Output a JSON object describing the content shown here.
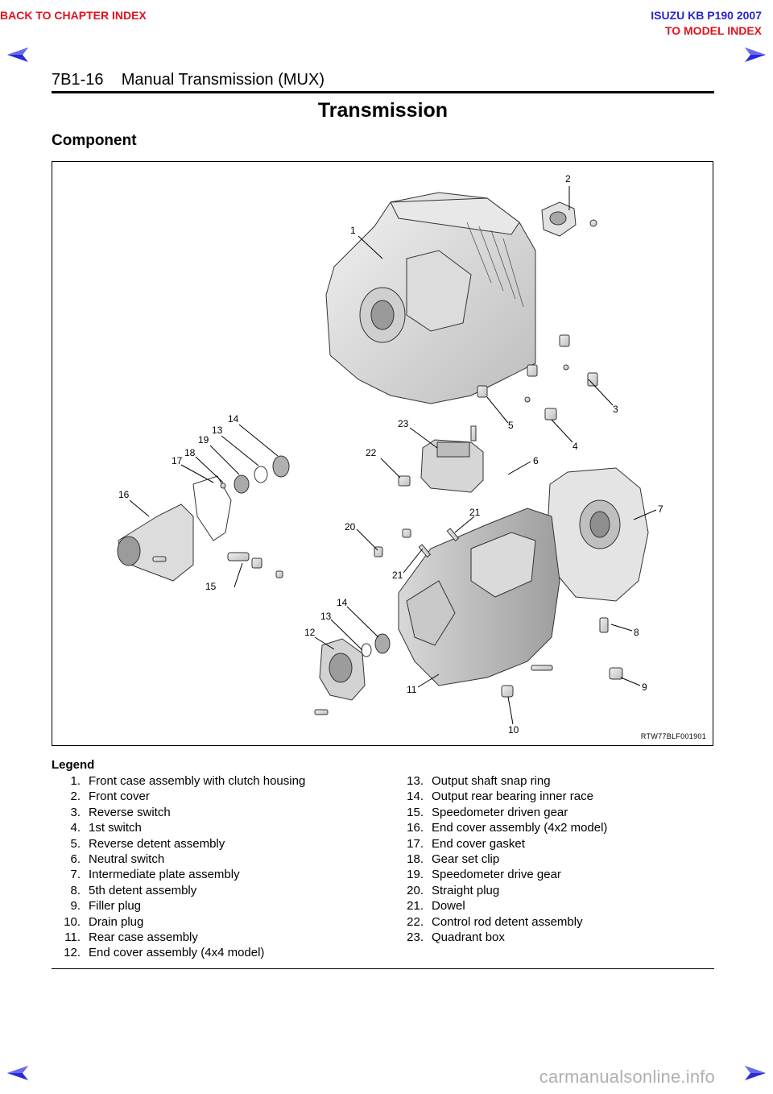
{
  "nav": {
    "back_chapter": "BACK TO CHAPTER INDEX",
    "model_title": "ISUZU KB P190 2007",
    "model_index": "TO MODEL INDEX"
  },
  "header": {
    "page_label": "7B1-16    Manual Transmission (MUX)"
  },
  "section_title": "Transmission",
  "sub_title": "Component",
  "figure": {
    "code": "RTW77BLF001901",
    "callouts": [
      "1",
      "2",
      "3",
      "4",
      "5",
      "6",
      "7",
      "8",
      "9",
      "10",
      "11",
      "12",
      "13",
      "14",
      "13",
      "14",
      "15",
      "16",
      "17",
      "18",
      "19",
      "20",
      "21",
      "21",
      "22",
      "23"
    ]
  },
  "legend": {
    "title": "Legend",
    "left": [
      {
        "num": "1.",
        "text": "Front case assembly with clutch housing"
      },
      {
        "num": "2.",
        "text": "Front cover"
      },
      {
        "num": "3.",
        "text": "Reverse switch"
      },
      {
        "num": "4.",
        "text": "1st switch"
      },
      {
        "num": "5.",
        "text": "Reverse detent assembly"
      },
      {
        "num": "6.",
        "text": "Neutral switch"
      },
      {
        "num": "7.",
        "text": "Intermediate plate assembly"
      },
      {
        "num": "8.",
        "text": "5th detent assembly"
      },
      {
        "num": "9.",
        "text": "Filler plug"
      },
      {
        "num": "10.",
        "text": "Drain plug"
      },
      {
        "num": "11.",
        "text": "Rear case assembly"
      },
      {
        "num": "12.",
        "text": "End cover assembly (4x4 model)"
      }
    ],
    "right": [
      {
        "num": "13.",
        "text": "Output shaft snap ring"
      },
      {
        "num": "14.",
        "text": "Output rear bearing inner race"
      },
      {
        "num": "15.",
        "text": "Speedometer driven gear"
      },
      {
        "num": "16.",
        "text": "End cover assembly (4x2 model)"
      },
      {
        "num": "17.",
        "text": "End cover gasket"
      },
      {
        "num": "18.",
        "text": "Gear set clip"
      },
      {
        "num": "19.",
        "text": "Speedometer drive gear"
      },
      {
        "num": "20.",
        "text": "Straight plug"
      },
      {
        "num": "21.",
        "text": "Dowel"
      },
      {
        "num": "22.",
        "text": "Control rod detent assembly"
      },
      {
        "num": "23.",
        "text": "Quadrant box"
      }
    ]
  },
  "watermark": "carmanualsonline.info",
  "colors": {
    "nav_red": "#e0141e",
    "nav_blue": "#2525d4",
    "arrow_blue": "#2a2ad6"
  },
  "icons": [
    "arrow-left-icon",
    "arrow-right-icon"
  ]
}
